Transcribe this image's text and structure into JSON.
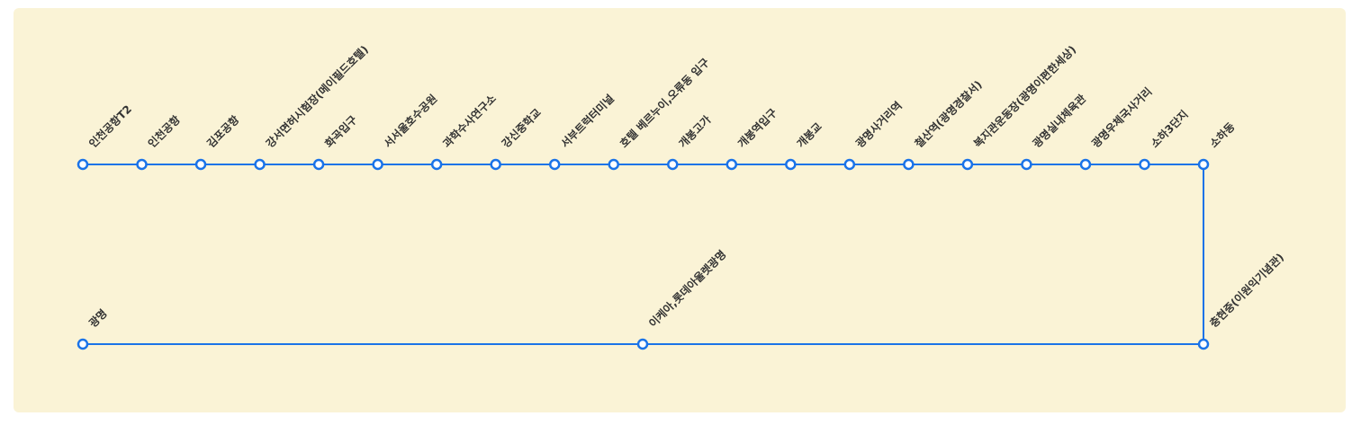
{
  "colors": {
    "panel_bg": "#faf3d6",
    "line": "#1a73e8",
    "stop_fill": "#ffffff",
    "label": "#333333"
  },
  "route": {
    "top_row": [
      "인천공항T2",
      "인천공항",
      "김포공항",
      "강서면허시험장(메이필드호텔)",
      "화곡입구",
      "서서울호수공원",
      "과학수사연구소",
      "강신중학교",
      "서부트럭터미널",
      "호텔 베르누이,오류동 입구",
      "개봉고가",
      "개봉역입구",
      "개봉교",
      "광명사거리역",
      "철산역(광명경찰서)",
      "복지관운동장(광명이편한세상)",
      "광명실내체육관",
      "광명우체국사거리",
      "소하3단지",
      "소하동"
    ],
    "bottom_row": [
      "광명",
      "이케아,롯데아울렛광명",
      "충현중(이원익기념관)"
    ]
  }
}
